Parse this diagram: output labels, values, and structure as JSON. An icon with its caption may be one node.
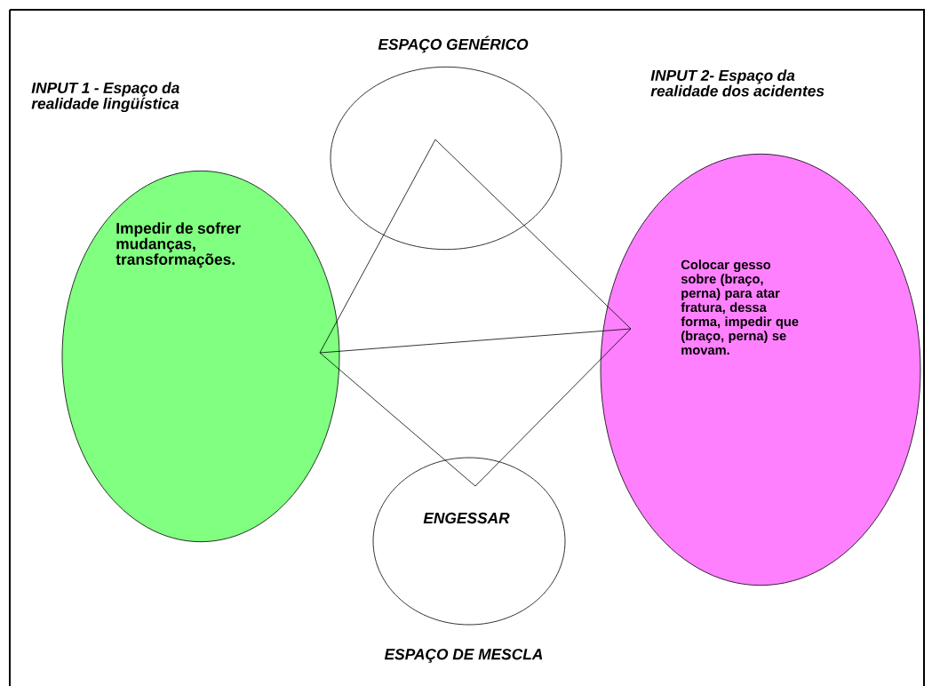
{
  "diagram": {
    "nodes": [
      {
        "text": [
          "ESPAÇO GENÉRICO"
        ]
      },
      {
        "text": [
          "INPUT 1 - Espaço da realidade lingüística",
          "Impedir de sofrer mudanças, transformações."
        ]
      },
      {
        "text": [
          "INPUT 2- Espaço da realidade dos acidentes",
          "Colocar gesso sobre (braço, perna) para atar fratura, dessa forma, impedir que (braço, perna) se movam."
        ]
      },
      {
        "text": [
          "ENGESSAR",
          "ESPAÇO DE MESCLA"
        ]
      }
    ],
    "edges": [
      {
        "from": 0,
        "to": 1,
        "arrow": "none"
      },
      {
        "from": 1,
        "to": 3,
        "arrow": "none"
      },
      {
        "from": 3,
        "to": 2,
        "arrow": "none"
      },
      {
        "from": 2,
        "to": 0,
        "arrow": "none"
      },
      {
        "from": 1,
        "to": 2,
        "arrow": "none"
      }
    ]
  }
}
